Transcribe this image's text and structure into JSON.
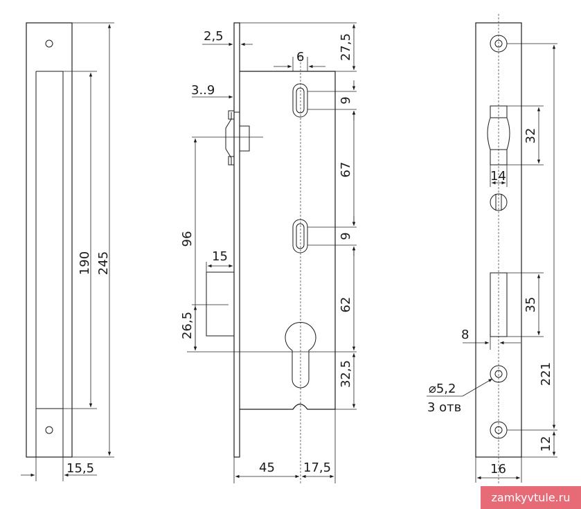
{
  "drawing": {
    "left_view": {
      "dim_190": "190",
      "dim_245": "245",
      "dim_15_5": "15,5"
    },
    "middle_view": {
      "dim_2_5": "2,5",
      "dim_6": "6",
      "dim_27_5": "27,5",
      "dim_3_9": "3..9",
      "dim_9_top": "9",
      "dim_67": "67",
      "dim_96": "96",
      "dim_15": "15",
      "dim_9_mid": "9",
      "dim_62": "62",
      "dim_26_5": "26,5",
      "dim_32_5": "32,5",
      "dim_45": "45",
      "dim_17_5": "17,5"
    },
    "right_view": {
      "dim_32": "32",
      "dim_14": "14",
      "dim_35": "35",
      "dim_8": "8",
      "hole_dia": "⌀5,2",
      "hole_count": "3 отв",
      "dim_221": "221",
      "dim_12": "12",
      "dim_16": "16"
    }
  },
  "watermark": "zamkyvtule.ru"
}
